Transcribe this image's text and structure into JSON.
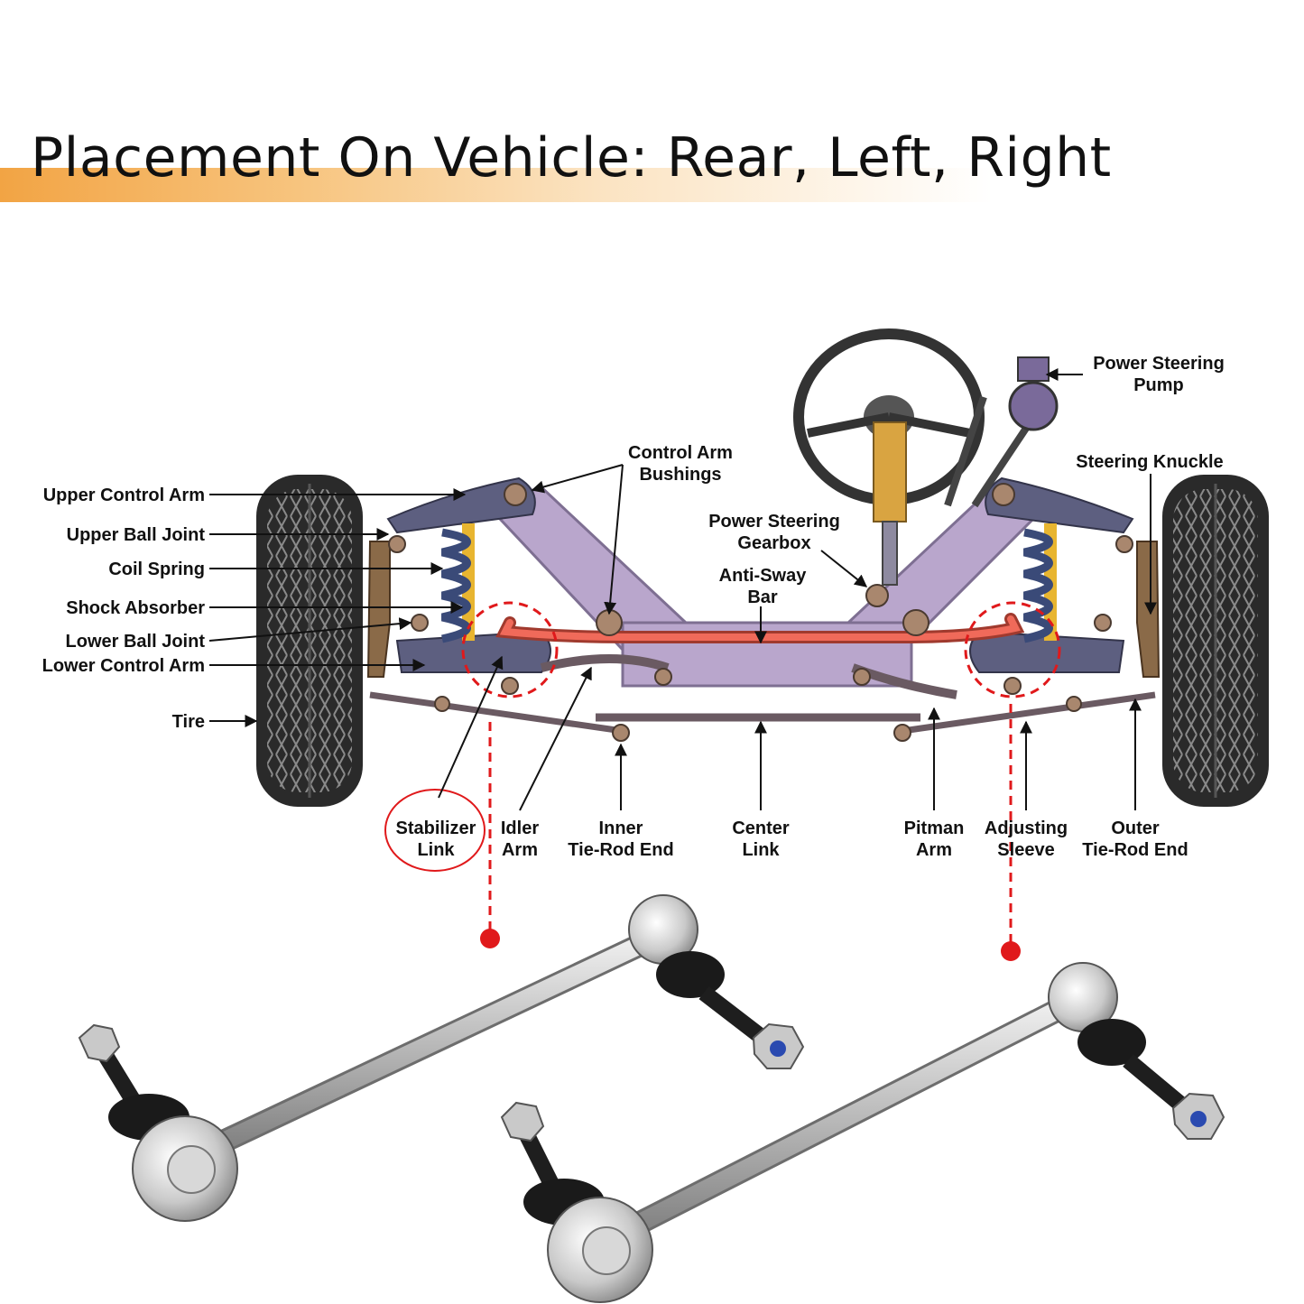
{
  "title": "Placement On Vehicle: Rear, Left, Right",
  "colors": {
    "banner": "#f2a444",
    "highlight": "#e0191b",
    "frame": "#b9a6cc",
    "arm": "#5d5f80",
    "tire": "#2a2a2a"
  },
  "labels": {
    "upper_control_arm": "Upper Control Arm",
    "upper_ball_joint": "Upper Ball Joint",
    "coil_spring": "Coil Spring",
    "shock_absorber": "Shock Absorber",
    "lower_ball_joint": "Lower Ball Joint",
    "lower_control_arm": "Lower Control Arm",
    "tire": "Tire",
    "control_arm_bushings": [
      "Control Arm",
      "Bushings"
    ],
    "power_steering_gearbox": [
      "Power Steering",
      "Gearbox"
    ],
    "anti_sway_bar": [
      "Anti-Sway",
      "Bar"
    ],
    "power_steering_pump": [
      "Power Steering",
      "Pump"
    ],
    "steering_knuckle": "Steering Knuckle",
    "stabilizer_link": [
      "Stabilizer",
      "Link"
    ],
    "idler_arm": [
      "Idler",
      "Arm"
    ],
    "inner_tie_rod_end": [
      "Inner",
      "Tie-Rod End"
    ],
    "center_link": [
      "Center",
      "Link"
    ],
    "pitman_arm": [
      "Pitman",
      "Arm"
    ],
    "adjusting_sleeve": [
      "Adjusting",
      "Sleeve"
    ],
    "outer_tie_rod_end": [
      "Outer",
      "Tie-Rod End"
    ]
  }
}
